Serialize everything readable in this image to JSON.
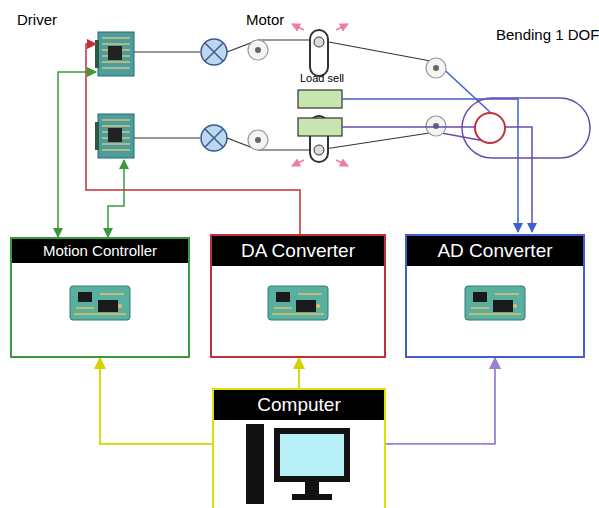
{
  "diagram": {
    "nodes": [
      {
        "text": [
          "Motion Controller"
        ]
      },
      {
        "text": [
          "DA Converter"
        ]
      },
      {
        "text": [
          "AD Converter"
        ]
      },
      {
        "text": [
          "Computer"
        ]
      }
    ],
    "edges": [
      {
        "from": 3,
        "to": 0,
        "arrow": "to"
      },
      {
        "from": 3,
        "to": 1,
        "arrow": "to"
      },
      {
        "from": 3,
        "to": 2,
        "arrow": "to"
      }
    ],
    "labels": [
      "Driver",
      "Motor",
      "Load sell",
      "Bending 1 DOF"
    ]
  }
}
